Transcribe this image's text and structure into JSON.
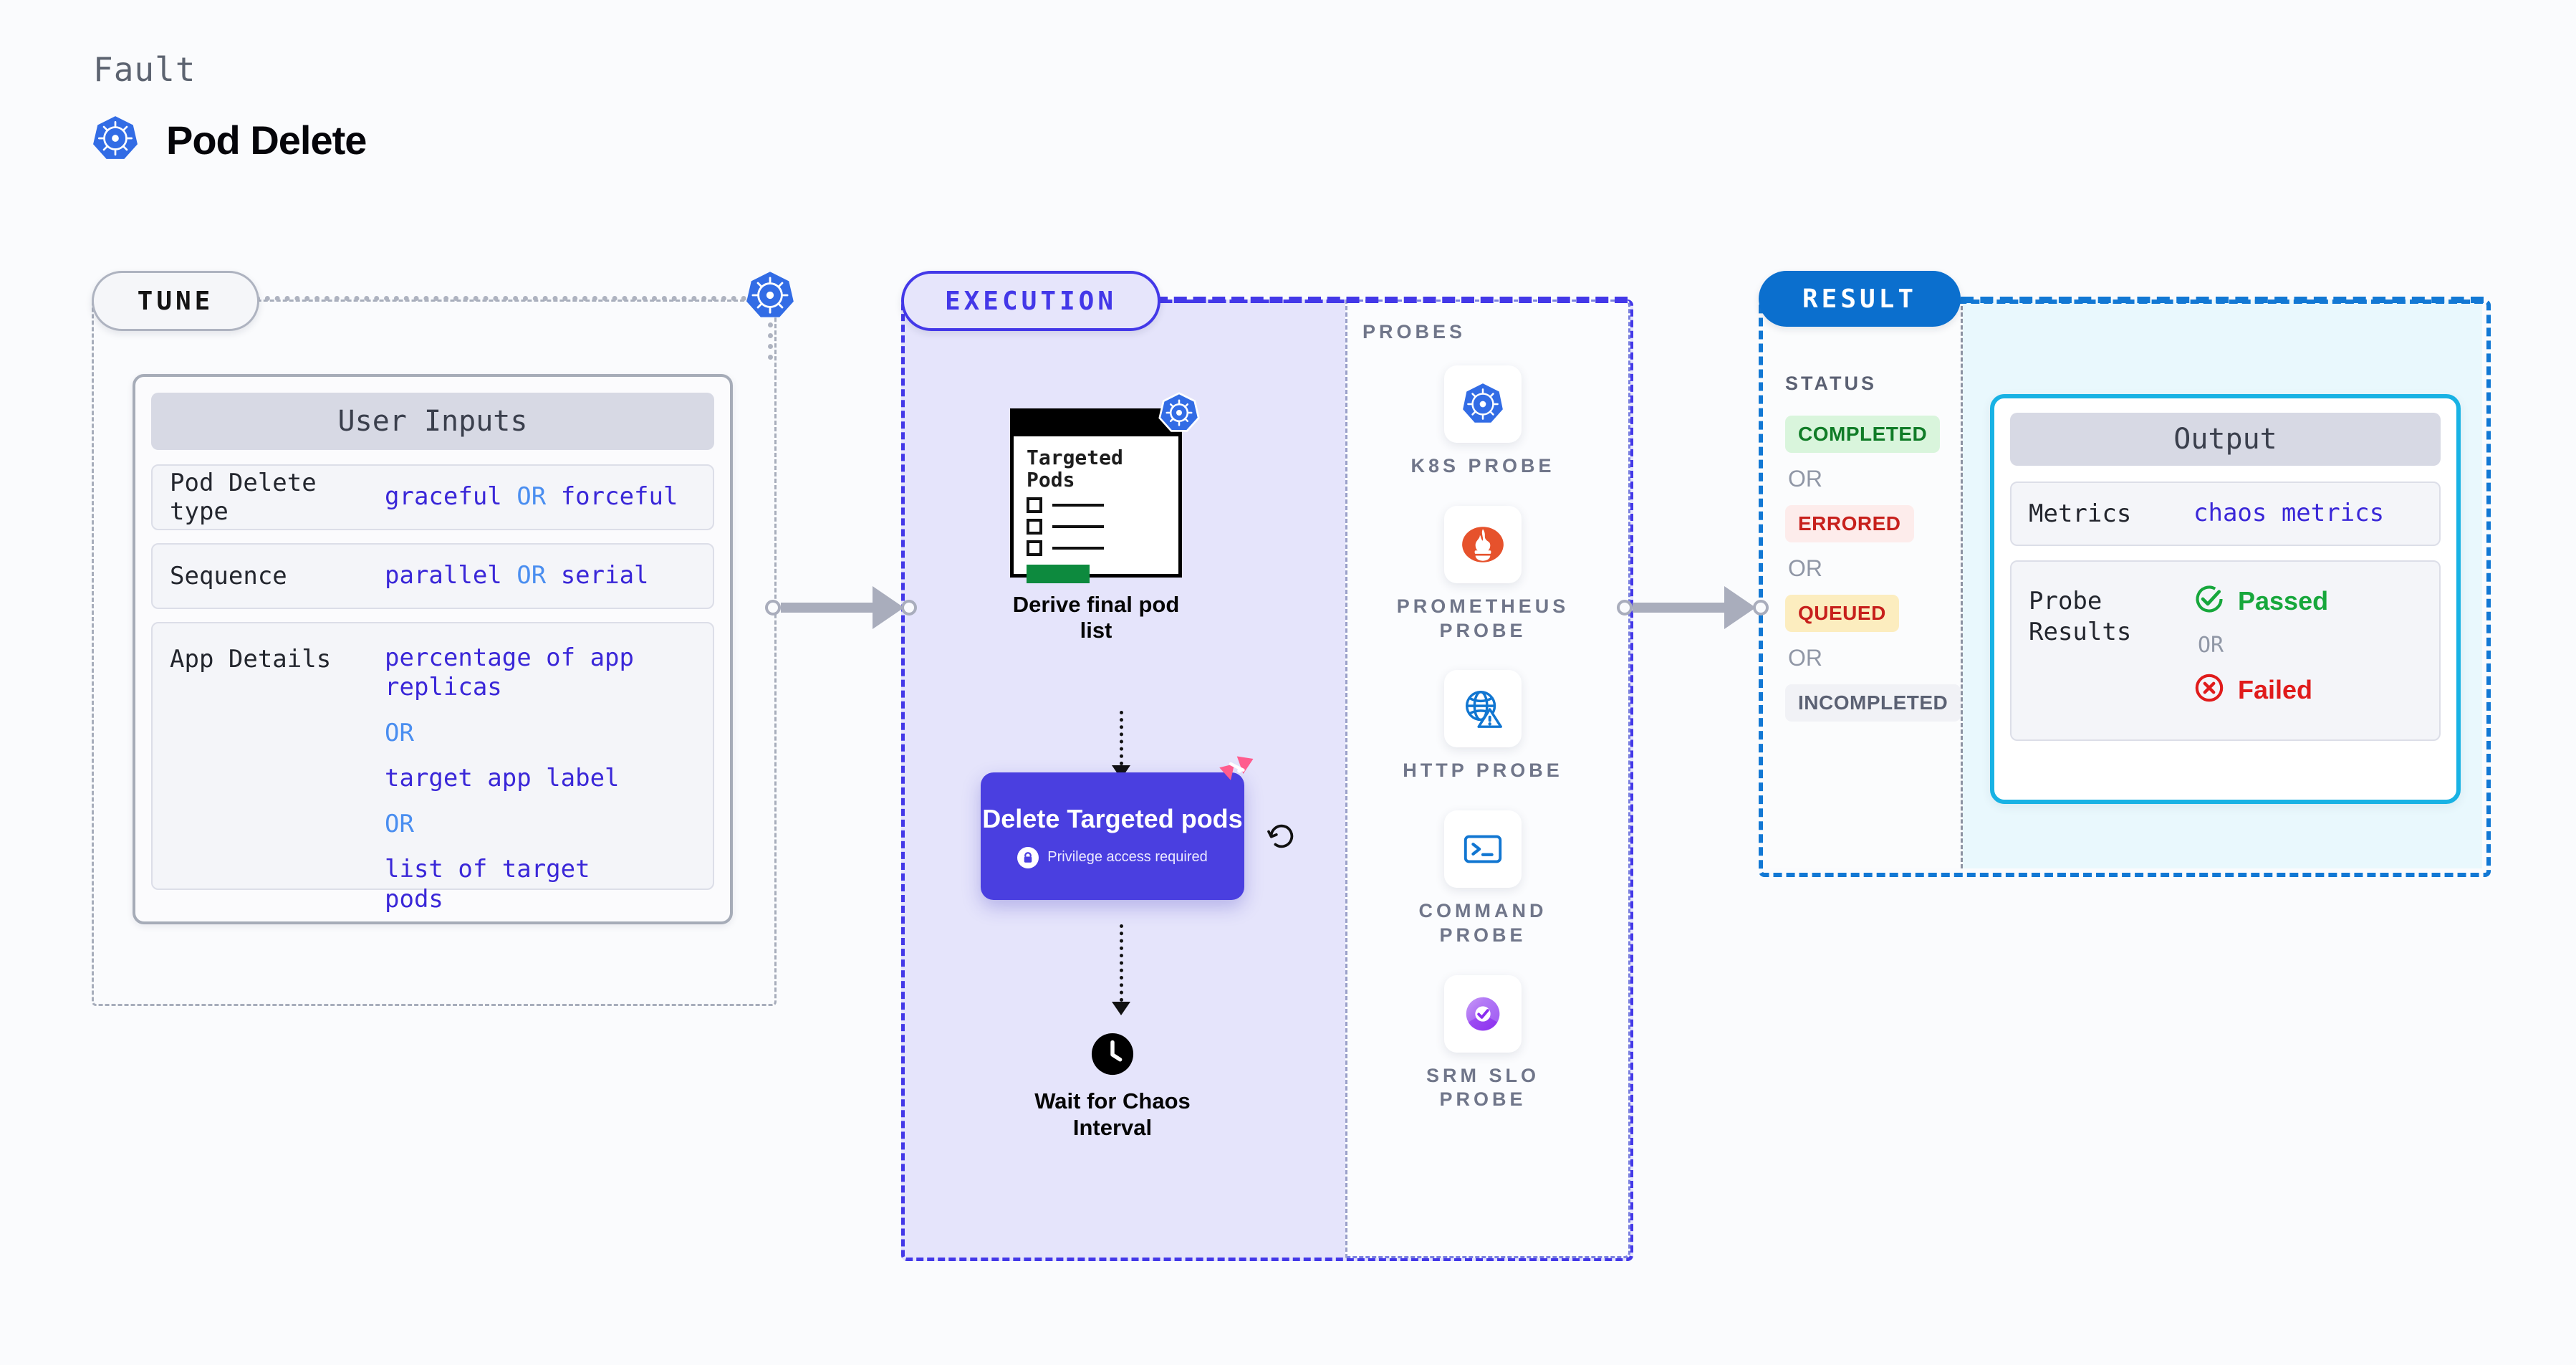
{
  "header": {
    "fault_label": "Fault",
    "fault_title": "Pod Delete",
    "fault_icon": "kubernetes-icon"
  },
  "tune": {
    "pill_label": "TUNE",
    "node_icon": "kubernetes-icon",
    "panel": {
      "title": "User Inputs",
      "rows": [
        {
          "key": "Pod Delete type",
          "values": [
            "graceful",
            "forceful"
          ],
          "separator": "OR"
        },
        {
          "key": "Sequence",
          "values": [
            "parallel",
            "serial"
          ],
          "separator": "OR"
        },
        {
          "key": "App Details",
          "values": [
            "percentage of app replicas",
            "target app label",
            "list of target pods"
          ],
          "separator": "OR"
        }
      ]
    }
  },
  "execution": {
    "pill_label": "EXECUTION",
    "nodes": {
      "derive": {
        "caption": "Derive final pod list",
        "window_title": "Targeted Pods",
        "badge_icon": "kubernetes-icon",
        "checkbox_count": 3
      },
      "delete": {
        "title": "Delete Targeted pods",
        "note": "Privilege access required",
        "note_icon": "lock-icon",
        "corner_icon": "harness-icon",
        "retry_icon": "retry-loop-icon",
        "color": "#4a3fe0"
      },
      "wait": {
        "caption": "Wait for Chaos Interval",
        "icon": "clock-icon"
      }
    },
    "probes": {
      "label": "PROBES",
      "items": [
        {
          "name": "K8S PROBE",
          "icon": "kubernetes-icon"
        },
        {
          "name": "PROMETHEUS PROBE",
          "icon": "prometheus-icon"
        },
        {
          "name": "HTTP PROBE",
          "icon": "globe-warning-icon"
        },
        {
          "name": "COMMAND PROBE",
          "icon": "terminal-icon"
        },
        {
          "name": "SRM SLO PROBE",
          "icon": "srm-slo-icon"
        }
      ]
    }
  },
  "result": {
    "pill_label": "RESULT",
    "status_label": "STATUS",
    "separator": "OR",
    "statuses": [
      {
        "label": "COMPLETED",
        "color": "#107c27",
        "bg": "#d9f5dc"
      },
      {
        "label": "ERRORED",
        "color": "#c7201c",
        "bg": "#fdeceb"
      },
      {
        "label": "QUEUED",
        "color": "#c7201c",
        "bg": "#fcedbf"
      },
      {
        "label": "INCOMPLETED",
        "color": "#5b6173",
        "bg": "#f1f2f6"
      }
    ],
    "output": {
      "title": "Output",
      "rows": [
        {
          "key": "Metrics",
          "value": "chaos metrics"
        }
      ],
      "probe_results": {
        "key": "Probe Results",
        "separator": "OR",
        "passed": {
          "label": "Passed",
          "icon": "check-circle-icon",
          "color": "#17a73c"
        },
        "failed": {
          "label": "Failed",
          "icon": "x-circle-icon",
          "color": "#e01b1b"
        }
      }
    }
  },
  "connectors": {
    "tune_to_execution": "arrow-right",
    "execution_to_result": "arrow-right"
  }
}
